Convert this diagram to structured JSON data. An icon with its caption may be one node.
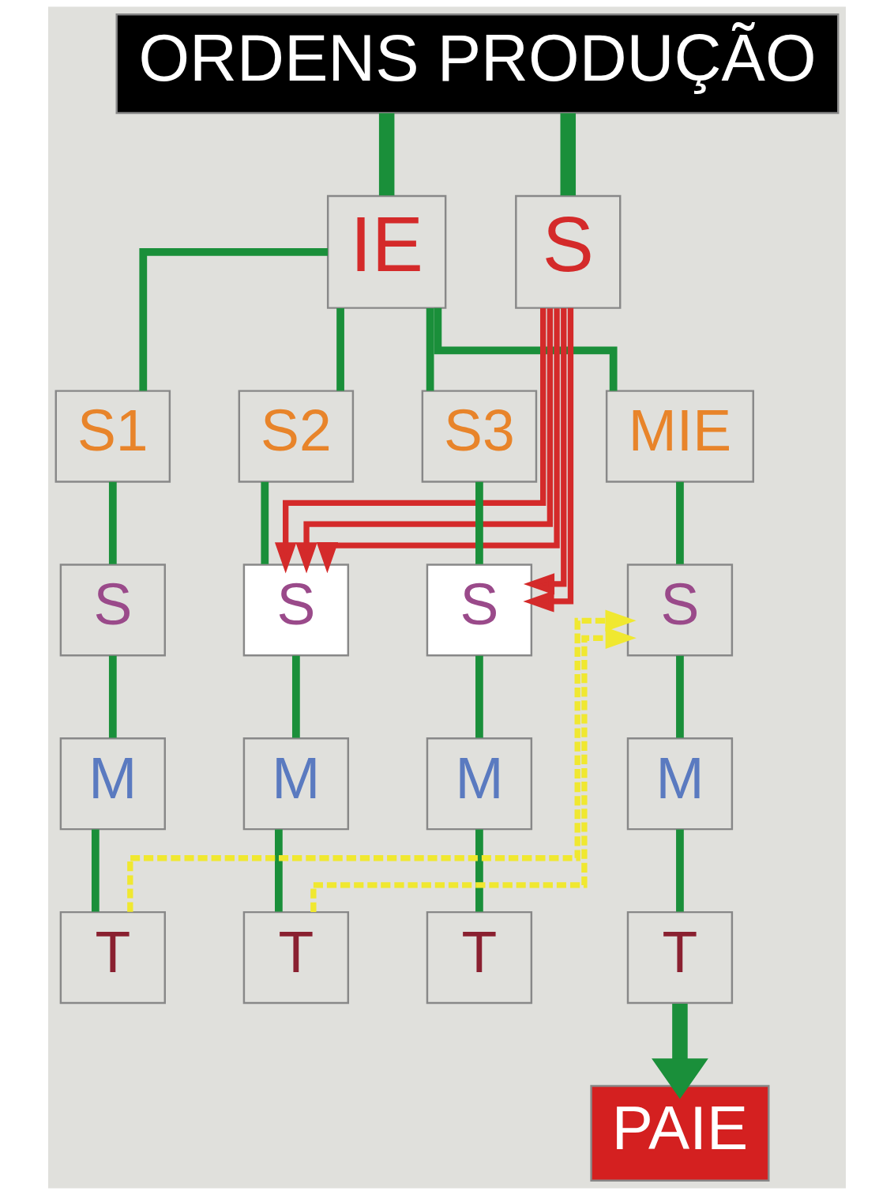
{
  "diagram": {
    "nodes": [
      {
        "text": [
          "ORDENS PRODUÇÃO"
        ]
      },
      {
        "text": [
          "IE"
        ]
      },
      {
        "text": [
          "S"
        ]
      },
      {
        "text": [
          "S1"
        ]
      },
      {
        "text": [
          "S2"
        ]
      },
      {
        "text": [
          "S3"
        ]
      },
      {
        "text": [
          "MIE"
        ]
      },
      {
        "text": [
          "S"
        ]
      },
      {
        "text": [
          "S"
        ]
      },
      {
        "text": [
          "S"
        ]
      },
      {
        "text": [
          "S"
        ]
      },
      {
        "text": [
          "M"
        ]
      },
      {
        "text": [
          "M"
        ]
      },
      {
        "text": [
          "M"
        ]
      },
      {
        "text": [
          "M"
        ]
      },
      {
        "text": [
          "T"
        ]
      },
      {
        "text": [
          "T"
        ]
      },
      {
        "text": [
          "T"
        ]
      },
      {
        "text": [
          "T"
        ]
      },
      {
        "text": [
          "PAIE"
        ]
      }
    ],
    "edges": [
      {
        "from": 0,
        "to": 1,
        "arrow": "none",
        "style": "thick"
      },
      {
        "from": 0,
        "to": 2,
        "arrow": "none",
        "style": "thick"
      },
      {
        "from": 1,
        "to": 3,
        "arrow": "none"
      },
      {
        "from": 1,
        "to": 4,
        "arrow": "none"
      },
      {
        "from": 1,
        "to": 5,
        "arrow": "none"
      },
      {
        "from": 1,
        "to": 6,
        "arrow": "none"
      },
      {
        "from": 3,
        "to": 7,
        "arrow": "none"
      },
      {
        "from": 4,
        "to": 8,
        "arrow": "none"
      },
      {
        "from": 5,
        "to": 9,
        "arrow": "none"
      },
      {
        "from": 6,
        "to": 10,
        "arrow": "none"
      },
      {
        "from": 7,
        "to": 11,
        "arrow": "none"
      },
      {
        "from": 8,
        "to": 12,
        "arrow": "none"
      },
      {
        "from": 9,
        "to": 13,
        "arrow": "none"
      },
      {
        "from": 10,
        "to": 14,
        "arrow": "none"
      },
      {
        "from": 11,
        "to": 15,
        "arrow": "none"
      },
      {
        "from": 12,
        "to": 16,
        "arrow": "none"
      },
      {
        "from": 13,
        "to": 17,
        "arrow": "none"
      },
      {
        "from": 14,
        "to": 18,
        "arrow": "none"
      },
      {
        "from": 18,
        "to": 19,
        "arrow": "to",
        "style": "thick"
      },
      {
        "from": 2,
        "to": 8,
        "arrow": "to",
        "color": "#d42a2a"
      },
      {
        "from": 2,
        "to": 8,
        "arrow": "to",
        "color": "#d42a2a"
      },
      {
        "from": 2,
        "to": 8,
        "arrow": "to",
        "color": "#d42a2a"
      },
      {
        "from": 2,
        "to": 9,
        "arrow": "to",
        "color": "#d42a2a"
      },
      {
        "from": 2,
        "to": 9,
        "arrow": "to",
        "color": "#d42a2a"
      },
      {
        "from": 15,
        "to": 10,
        "arrow": "to",
        "style": "dashed",
        "color": "#f0e830"
      },
      {
        "from": 16,
        "to": 10,
        "arrow": "to",
        "style": "dashed",
        "color": "#f0e830"
      }
    ]
  }
}
